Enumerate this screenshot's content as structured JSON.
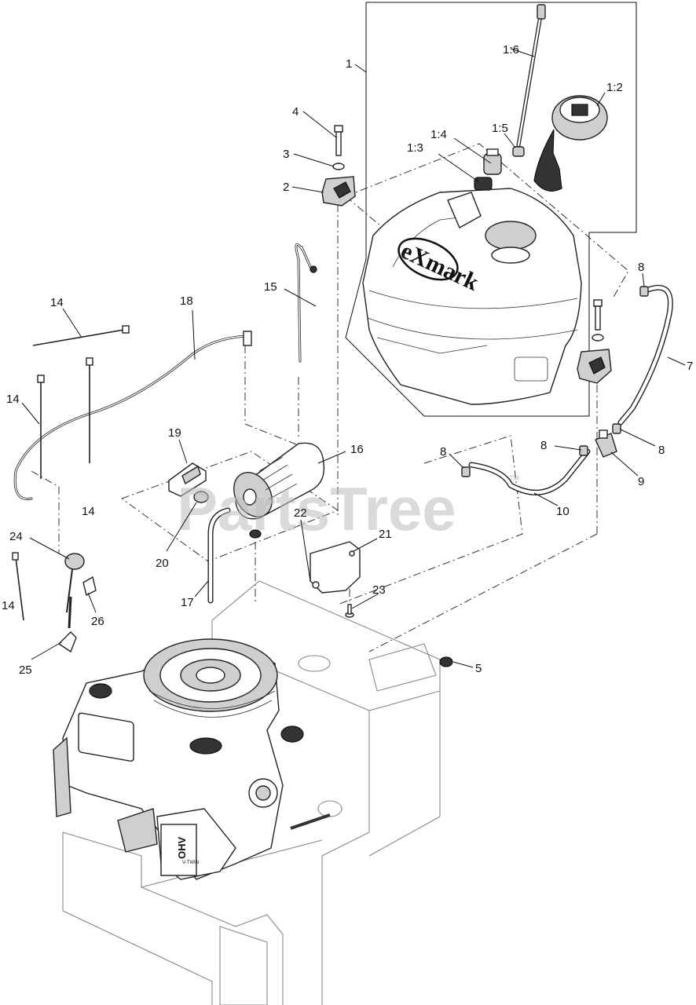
{
  "diagram": {
    "watermark": "PartsTree",
    "watermark_mark": "TM",
    "tank_brand": "eXmark",
    "engine_decal": "OHV",
    "engine_decal_sub": "V-TWIN",
    "callouts": [
      {
        "id": "c-1",
        "label": "1"
      },
      {
        "id": "c-1-2",
        "label": "1:2"
      },
      {
        "id": "c-1-3",
        "label": "1:3"
      },
      {
        "id": "c-1-4",
        "label": "1:4"
      },
      {
        "id": "c-1-5",
        "label": "1:5"
      },
      {
        "id": "c-1-6",
        "label": "1:6"
      },
      {
        "id": "c-2",
        "label": "2"
      },
      {
        "id": "c-3",
        "label": "3"
      },
      {
        "id": "c-4",
        "label": "4"
      },
      {
        "id": "c-5",
        "label": "5"
      },
      {
        "id": "c-7",
        "label": "7"
      },
      {
        "id": "c-8a",
        "label": "8"
      },
      {
        "id": "c-8b",
        "label": "8"
      },
      {
        "id": "c-8c",
        "label": "8"
      },
      {
        "id": "c-8d",
        "label": "8"
      },
      {
        "id": "c-9",
        "label": "9"
      },
      {
        "id": "c-10",
        "label": "10"
      },
      {
        "id": "c-14a",
        "label": "14"
      },
      {
        "id": "c-14b",
        "label": "14"
      },
      {
        "id": "c-14c",
        "label": "14"
      },
      {
        "id": "c-14d",
        "label": "14"
      },
      {
        "id": "c-15",
        "label": "15"
      },
      {
        "id": "c-16",
        "label": "16"
      },
      {
        "id": "c-17",
        "label": "17"
      },
      {
        "id": "c-18",
        "label": "18"
      },
      {
        "id": "c-19",
        "label": "19"
      },
      {
        "id": "c-20",
        "label": "20"
      },
      {
        "id": "c-21",
        "label": "21"
      },
      {
        "id": "c-22",
        "label": "22"
      },
      {
        "id": "c-23",
        "label": "23"
      },
      {
        "id": "c-24",
        "label": "24"
      },
      {
        "id": "c-25",
        "label": "25"
      },
      {
        "id": "c-26",
        "label": "26"
      }
    ]
  }
}
